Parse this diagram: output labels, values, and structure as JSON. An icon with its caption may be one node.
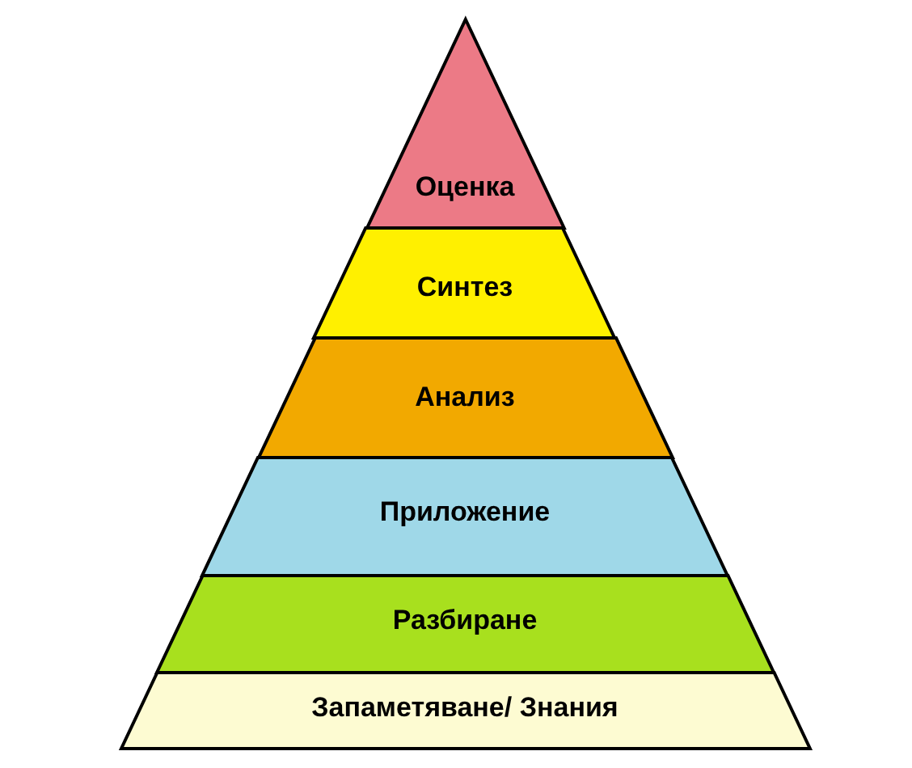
{
  "diagram": {
    "nodes": [
      {
        "text": [
          "Оценка"
        ]
      },
      {
        "text": [
          "Синтез"
        ]
      },
      {
        "text": [
          "Анализ"
        ]
      },
      {
        "text": [
          "Приложение"
        ]
      },
      {
        "text": [
          "Разбиране"
        ]
      },
      {
        "text": [
          "Запаметяване/ Знания"
        ]
      }
    ]
  }
}
